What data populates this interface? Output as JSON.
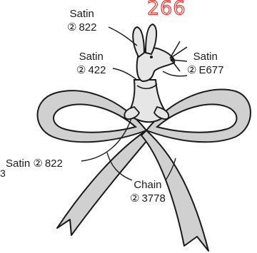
{
  "page_number": "266",
  "labels": {
    "ears": {
      "stitch": "Satin",
      "strands": "②",
      "thread": "822"
    },
    "head": {
      "stitch": "Satin",
      "strands": "②",
      "thread": "422"
    },
    "nose": {
      "stitch": "Satin",
      "strands": "②",
      "thread": "E677"
    },
    "bow_knot": {
      "stitch": "Satin",
      "strands": "②",
      "thread": "822"
    },
    "ribbon_outline": {
      "stitch": "Chain",
      "strands": "②",
      "thread": "3778"
    }
  },
  "edge_fragment": "3",
  "colors": {
    "page_number": "#e3342f",
    "ribbon_fill": "#d0d0d0",
    "bunny_fill": "#e6e6e6",
    "outline": "#1a1a1a"
  }
}
